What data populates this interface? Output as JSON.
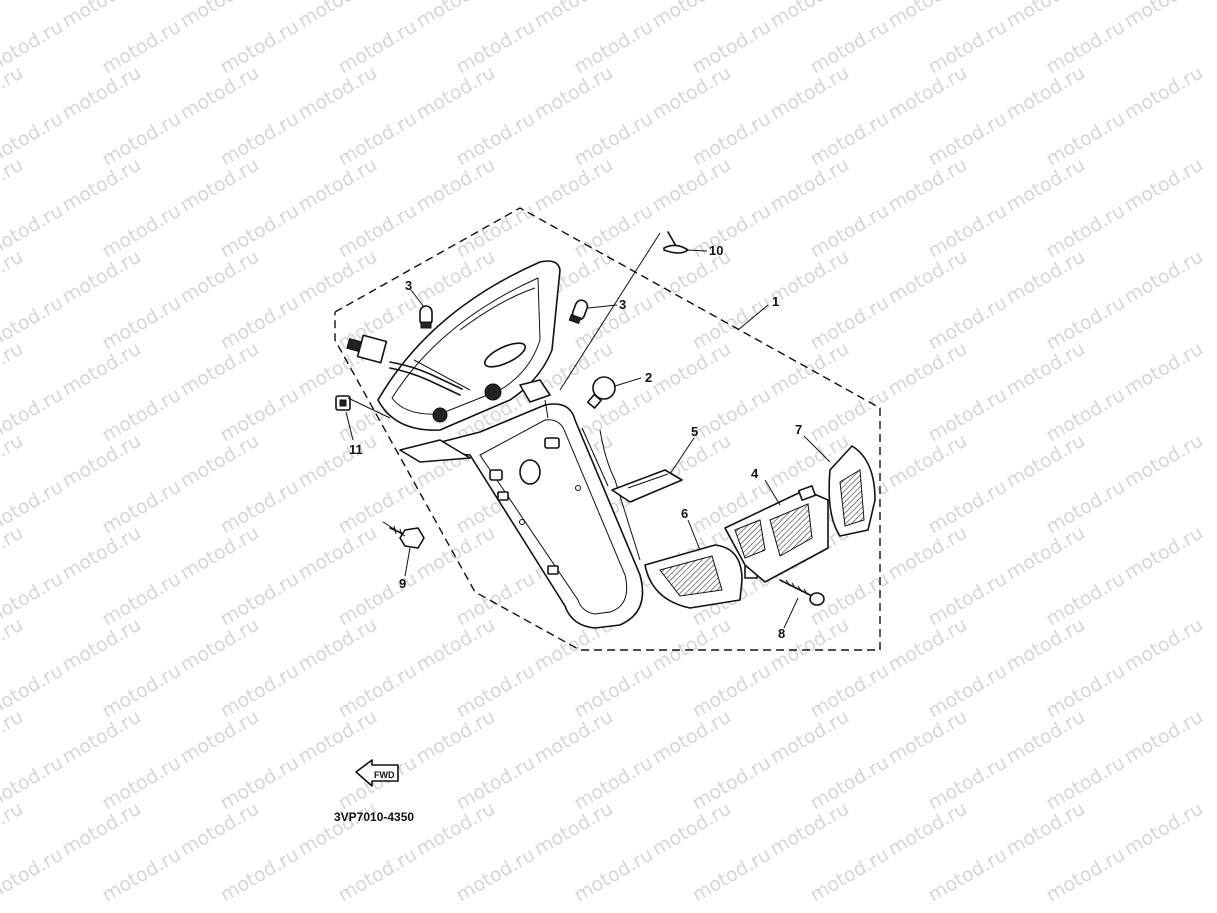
{
  "watermark": {
    "text": "motod.ru"
  },
  "diagram": {
    "drawing_code": "3VP7010-4350",
    "direction_label": "FWD",
    "callouts": [
      "1",
      "2",
      "3",
      "3",
      "4",
      "5",
      "6",
      "7",
      "8",
      "9",
      "10",
      "11"
    ]
  }
}
